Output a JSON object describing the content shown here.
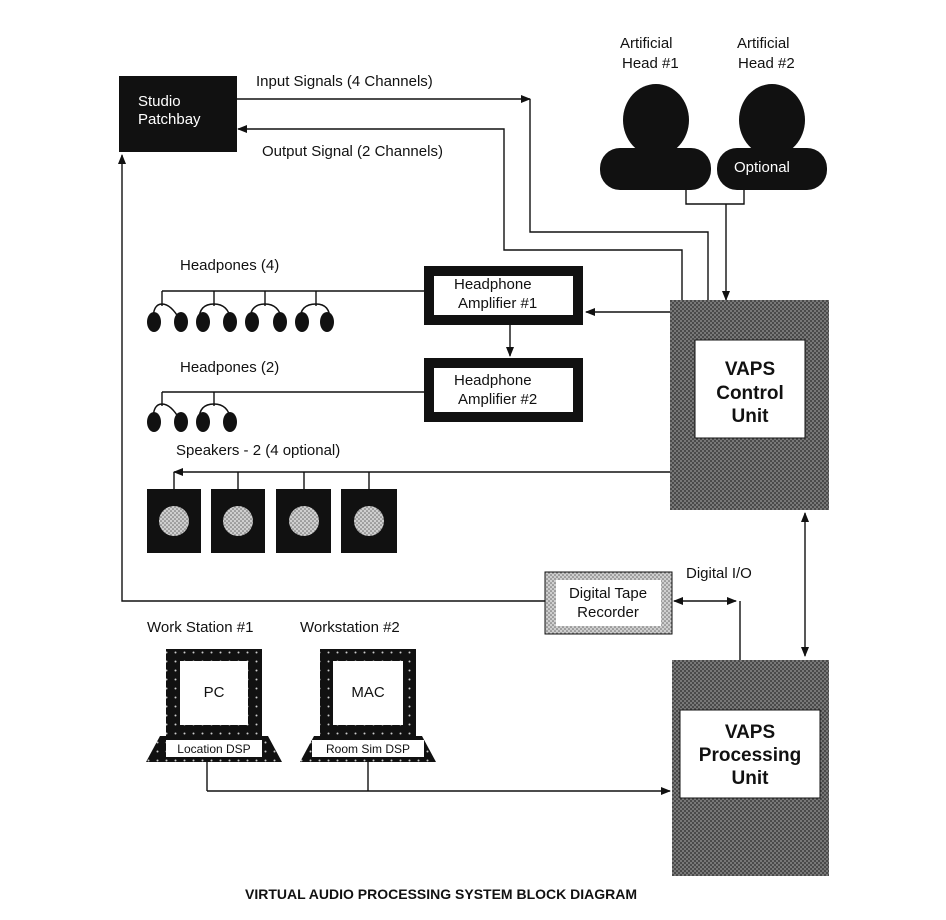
{
  "labels": {
    "studio_patchbay": [
      "Studio",
      "Patchbay"
    ],
    "input_signals": "Input Signals (4 Channels)",
    "output_signal": "Output Signal (2 Channels)",
    "artificial_head_1": [
      "Artificial",
      "Head #1"
    ],
    "artificial_head_2": [
      "Artificial",
      "Head #2"
    ],
    "optional": "Optional",
    "headphones_4": "Headpones (4)",
    "headphones_2": "Headpones (2)",
    "headphone_amp_1": [
      "Headphone",
      "Amplifier #1"
    ],
    "headphone_amp_2": [
      "Headphone",
      "Amplifier #2"
    ],
    "vaps_control": [
      "VAPS",
      "Control",
      "Unit"
    ],
    "speakers": "Speakers - 2 (4 optional)",
    "digital_io": "Digital I/O",
    "digital_tape": [
      "Digital Tape",
      "Recorder"
    ],
    "work_station_1": "Work Station #1",
    "workstation_2": "Workstation #2",
    "pc": "PC",
    "mac": "MAC",
    "location_dsp": "Location DSP",
    "room_sim_dsp": "Room Sim DSP",
    "vaps_processing": [
      "VAPS",
      "Processing",
      "Unit"
    ],
    "caption": "VIRTUAL AUDIO PROCESSING SYSTEM BLOCK DIAGRAM"
  },
  "colors": {
    "ink": "#111111",
    "dotted_fill": "#6a6a6a",
    "light_dots": "#bcbcbc"
  }
}
